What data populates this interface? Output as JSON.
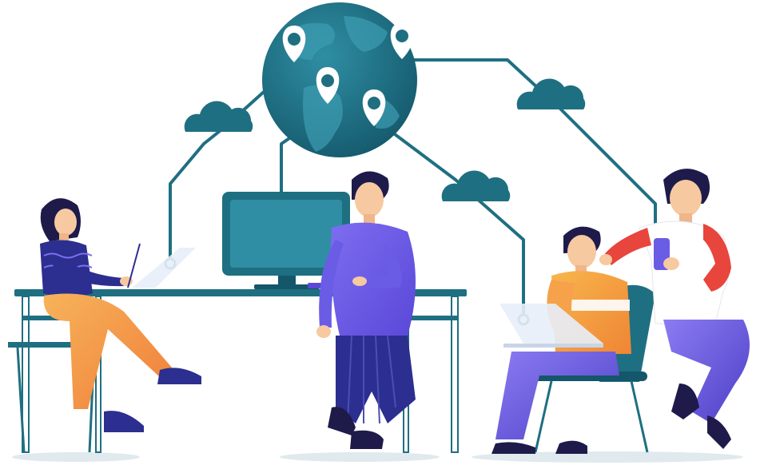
{
  "palette": {
    "teal": "#1f6f82",
    "teal_dark": "#14566a",
    "teal_light": "#2f8ea3",
    "purple": "#6b5ce6",
    "navy": "#2c2f8f",
    "orange": "#f5a24a",
    "red": "#e8453c",
    "skin": "#f6c9a0",
    "hair": "#1e1b4b"
  },
  "scene": {
    "globe_pins": 4,
    "people": [
      "woman-with-laptop",
      "man-at-monitor",
      "man-on-chair-with-laptop",
      "man-with-phone"
    ],
    "clouds": 3
  }
}
